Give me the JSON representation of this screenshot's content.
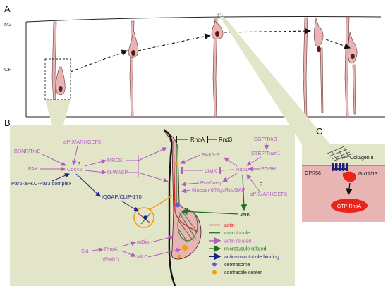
{
  "panels": {
    "a": "A",
    "b": "B",
    "c": "C"
  },
  "panel_a": {
    "layer_top": "M2",
    "layer_mid": "CP"
  },
  "panel_b": {
    "left": {
      "bdnf": "BDNF/TrkB",
      "apix": "αPIX/ARHGEF6",
      "question": "?",
      "fak": "FAK",
      "cdc42": "Cdc42",
      "par": "Par6-aPKC-Par3 complex",
      "mrck": "MRCK",
      "nwasp": "N-WASP",
      "iqgap": "IQGAP/CLIP-170",
      "slit": "Slit",
      "rhoa": "RhoA",
      "rhob": "(RhoB?)",
      "mdia": "mDia",
      "mlc": "MLC"
    },
    "right": {
      "rhoa": "RhoA",
      "rnd3": "Rnd3",
      "egf": "EGF/TrkB",
      "stef": "STEF/Tiam1",
      "posh": "POSH",
      "pak": "PAK1-3",
      "limk": "LIMK",
      "rac1": "Rac1",
      "ena": "Ena/Vasp",
      "kinesin": "Kinesin-6/MgcRacGAP",
      "question": "?",
      "apix": "αPIX/ARHGEF6",
      "jnk": "JNK"
    },
    "legend": [
      {
        "label": "actin",
        "kind": "line",
        "color": "#d42a2a"
      },
      {
        "label": "microtubule",
        "kind": "line",
        "color": "#2e7d32"
      },
      {
        "label": "actin related",
        "kind": "arrow",
        "color": "#b05cc2"
      },
      {
        "label": "microtubule related",
        "kind": "arrow",
        "color": "#1e6e2a"
      },
      {
        "label": "actin-microtubule binding",
        "kind": "arrow",
        "color": "#1a237e"
      },
      {
        "label": "centrosome",
        "kind": "dot",
        "color": "#6a5acd"
      },
      {
        "label": "contractile center",
        "kind": "dot",
        "color": "#f39c12"
      }
    ]
  },
  "panel_c": {
    "collagen": "CollagenIII",
    "gpr56": "GPR56",
    "g1213": "Gα12/13",
    "gtp": "GTP-RhoA"
  },
  "colors": {
    "panel_bg": "#e3e5c8",
    "cell": "#e8b4b4",
    "nucleus": "#5a1a1a",
    "pathway": "#b05cc2",
    "microtubule_path": "#1e6e2a",
    "binding": "#1a237e",
    "gtp_fill": "#e8251b"
  }
}
